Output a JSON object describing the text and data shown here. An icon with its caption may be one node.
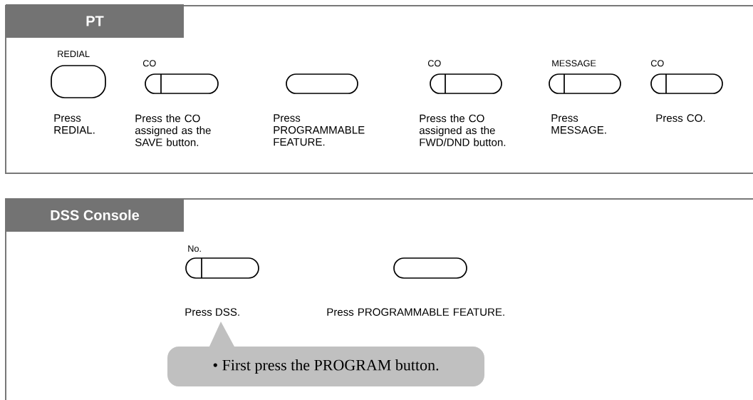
{
  "diagram": {
    "nodes": [
      {
        "text": [
          "PT"
        ]
      },
      {
        "text": [],
        "shape": "box",
        "in": 0,
        "beside": [
          "REDIAL",
          "Press REDIAL."
        ]
      },
      {
        "text": [],
        "shape": "pill",
        "in": 0,
        "beside": [
          "CO",
          "Press the CO assigned as the SAVE button."
        ]
      },
      {
        "text": [],
        "shape": "pill",
        "in": 0,
        "beside": [
          "Press PROGRAMMABLE FEATURE."
        ]
      },
      {
        "text": [],
        "shape": "pill",
        "in": 0,
        "beside": [
          "CO",
          "Press the CO assigned as the FWD/DND button."
        ]
      },
      {
        "text": [],
        "shape": "pill",
        "in": 0,
        "beside": [
          "MESSAGE",
          "Press MESSAGE."
        ]
      },
      {
        "text": [],
        "shape": "pill",
        "in": 0,
        "beside": [
          "CO",
          "Press CO."
        ]
      },
      {
        "text": [
          "DSS Console"
        ]
      },
      {
        "text": [],
        "shape": "pill",
        "in": 7,
        "beside": [
          "No."
        ]
      },
      {
        "text": [],
        "shape": "pill",
        "in": 7,
        "beside": [
          "Press PROGRAMMABLE FEATURE."
        ]
      },
      {
        "text": [
          "• First press the PROGRAM button."
        ],
        "in": 7
      }
    ],
    "labels": [
      "Press DSS."
    ]
  }
}
